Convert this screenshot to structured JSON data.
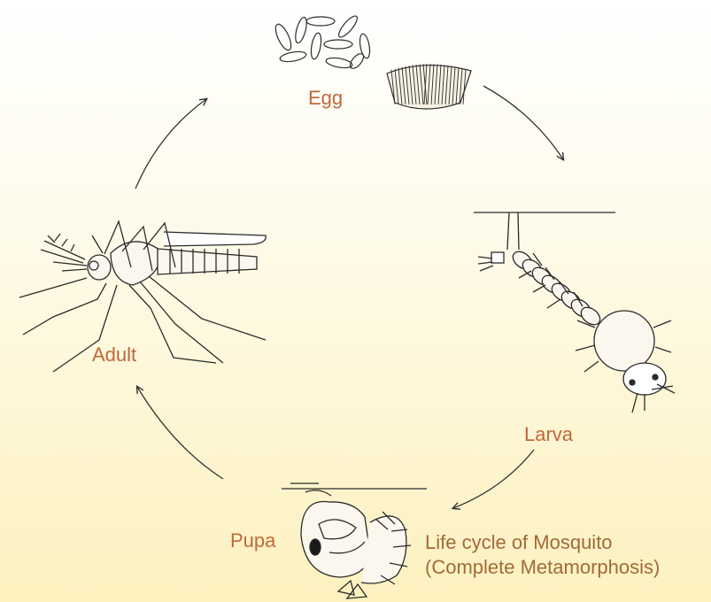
{
  "stages": {
    "egg": "Egg",
    "larva": "Larva",
    "pupa": "Pupa",
    "adult": "Adult"
  },
  "caption": {
    "line1": "Life cycle of Mosquito",
    "line2": "(Complete Metamorphosis)"
  },
  "colors": {
    "stage_label": "#c0683a",
    "caption_text": "#a26a3a",
    "line_art": "#2b2b2b",
    "background_bottom": "#fdf1bf"
  },
  "icons": [
    "egg-cluster-icon",
    "egg-raft-icon",
    "larva-icon",
    "pupa-icon",
    "mosquito-adult-icon"
  ]
}
